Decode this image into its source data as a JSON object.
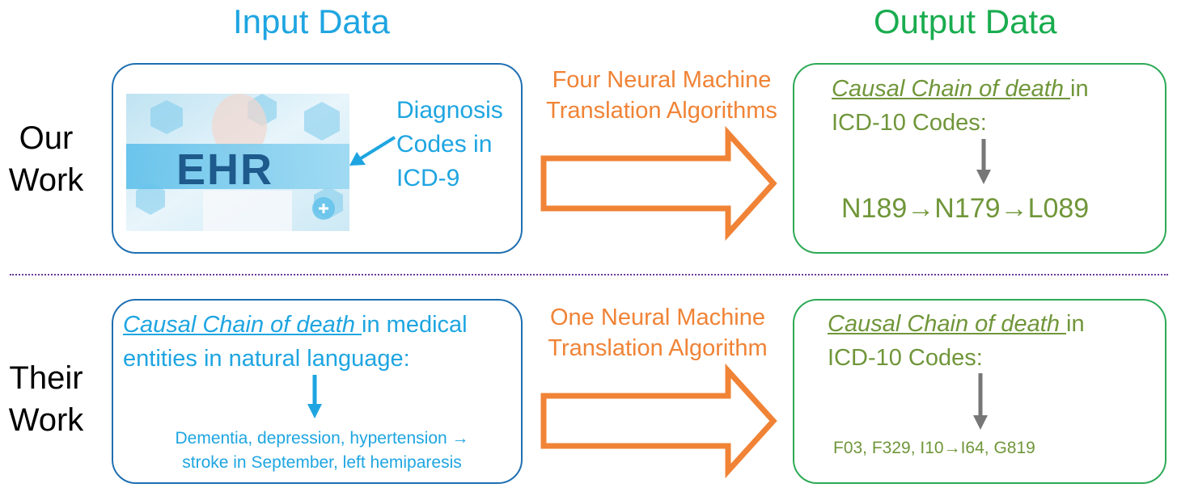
{
  "headers": {
    "input": "Input Data",
    "output": "Output Data"
  },
  "rows": {
    "our": {
      "label_line1": "Our",
      "label_line2": "Work"
    },
    "their": {
      "label_line1": "Their",
      "label_line2": "Work"
    }
  },
  "our_input": {
    "image_text": "EHR",
    "diagnosis_line1": "Diagnosis",
    "diagnosis_line2": "Codes in",
    "diagnosis_line3": "ICD-9"
  },
  "our_arrow": {
    "line1": "Four Neural Machine",
    "line2": "Translation Algorithms"
  },
  "our_output": {
    "title_underlined": "Causal Chain of death ",
    "title_rest": "in",
    "line2": "ICD-10 Codes:",
    "chain": "N189→N179→L089"
  },
  "their_input": {
    "title_underlined": "Causal Chain of death ",
    "title_rest": "in medical",
    "line2": "entities in natural language:",
    "example_line1": "Dementia, depression, hypertension →",
    "example_line2": "stroke in September, left hemiparesis"
  },
  "their_arrow": {
    "line1": "One Neural Machine",
    "line2": "Translation Algorithm"
  },
  "their_output": {
    "title_underlined": "Causal Chain of death ",
    "title_rest": "in",
    "line2": "ICD-10 Codes:",
    "chain": "F03, F329, I10→I64, G819"
  },
  "colors": {
    "input_blue": "#1ea5e1",
    "output_green": "#19ac4f",
    "olive_text": "#70963a",
    "orange": "#f08336",
    "box_blue": "#1f6fb2",
    "box_green": "#2daa55",
    "divider_purple": "#6a3a9a",
    "gray_arrow": "#777777"
  }
}
